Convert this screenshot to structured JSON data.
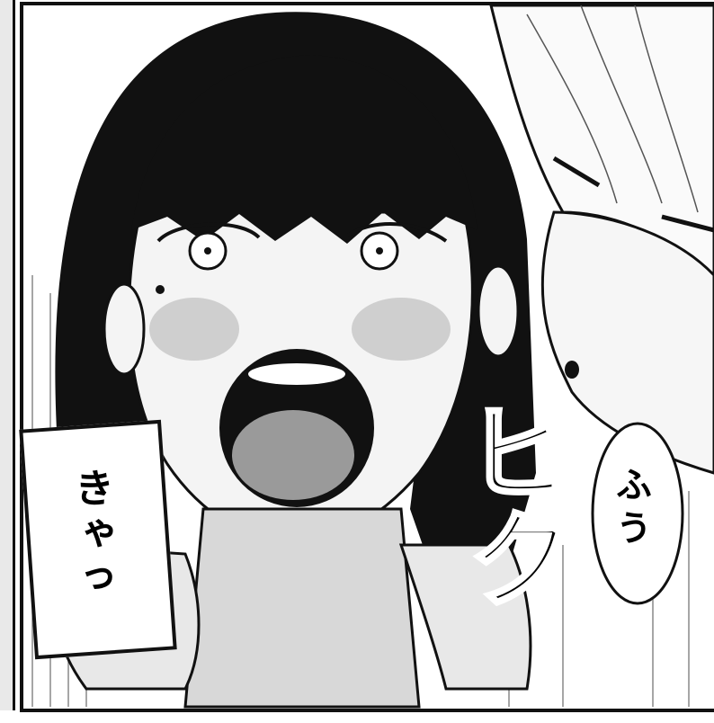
{
  "speech": {
    "kya": "きゃっ",
    "fuu": "ふう"
  },
  "sfx": {
    "biku": "ビク"
  }
}
